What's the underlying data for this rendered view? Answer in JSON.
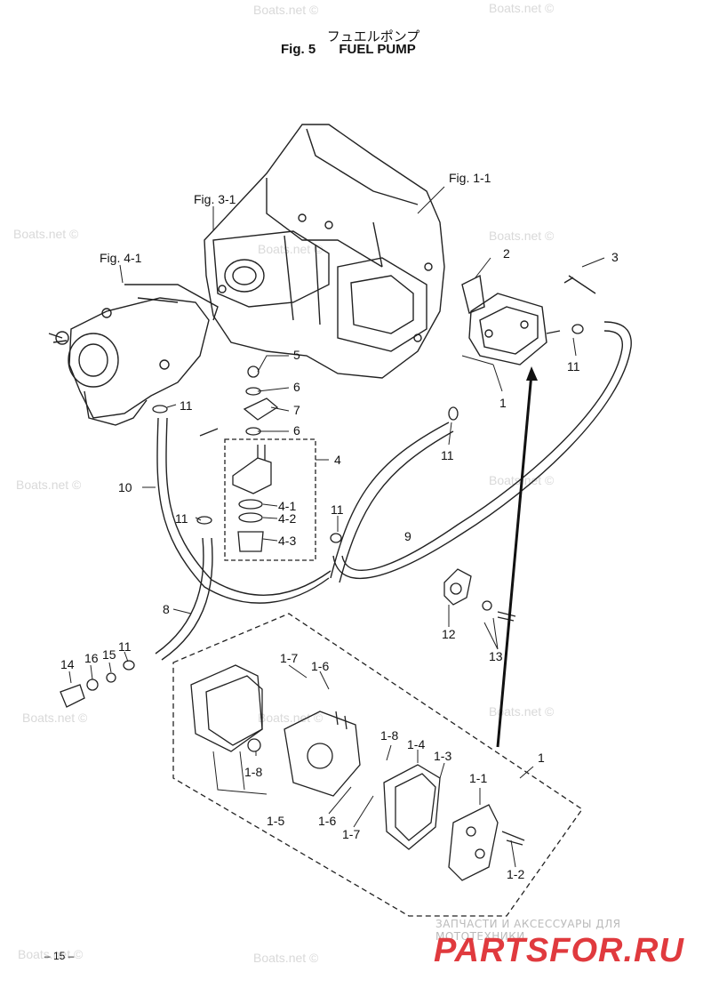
{
  "header": {
    "title_jp": "フュエルポンプ",
    "fig_label": "Fig. 5",
    "title": "FUEL PUMP"
  },
  "references": [
    "Fig. 1-1",
    "Fig. 3-1",
    "Fig. 4-1"
  ],
  "callouts": [
    "1",
    "1",
    "1-1",
    "1-2",
    "1-3",
    "1-4",
    "1-5",
    "1-6",
    "1-6",
    "1-7",
    "1-7",
    "1-8",
    "1-8",
    "2",
    "3",
    "4",
    "4-1",
    "4-2",
    "4-3",
    "5",
    "6",
    "6",
    "7",
    "8",
    "9",
    "10",
    "11",
    "11",
    "11",
    "11",
    "11",
    "11",
    "12",
    "13",
    "14",
    "15",
    "16"
  ],
  "watermark": "Boats.net ©",
  "footer": {
    "page_number": "– 15 –",
    "brand_tagline": "ЗАПЧАСТИ И АКСЕССУАРЫ ДЛЯ МОТОТЕХНИКИ",
    "brand_logo": "PARTSFOR.RU"
  },
  "colors": {
    "ink": "#111111",
    "brand": "#e03a3e",
    "watermark": "#d9d9d9"
  }
}
